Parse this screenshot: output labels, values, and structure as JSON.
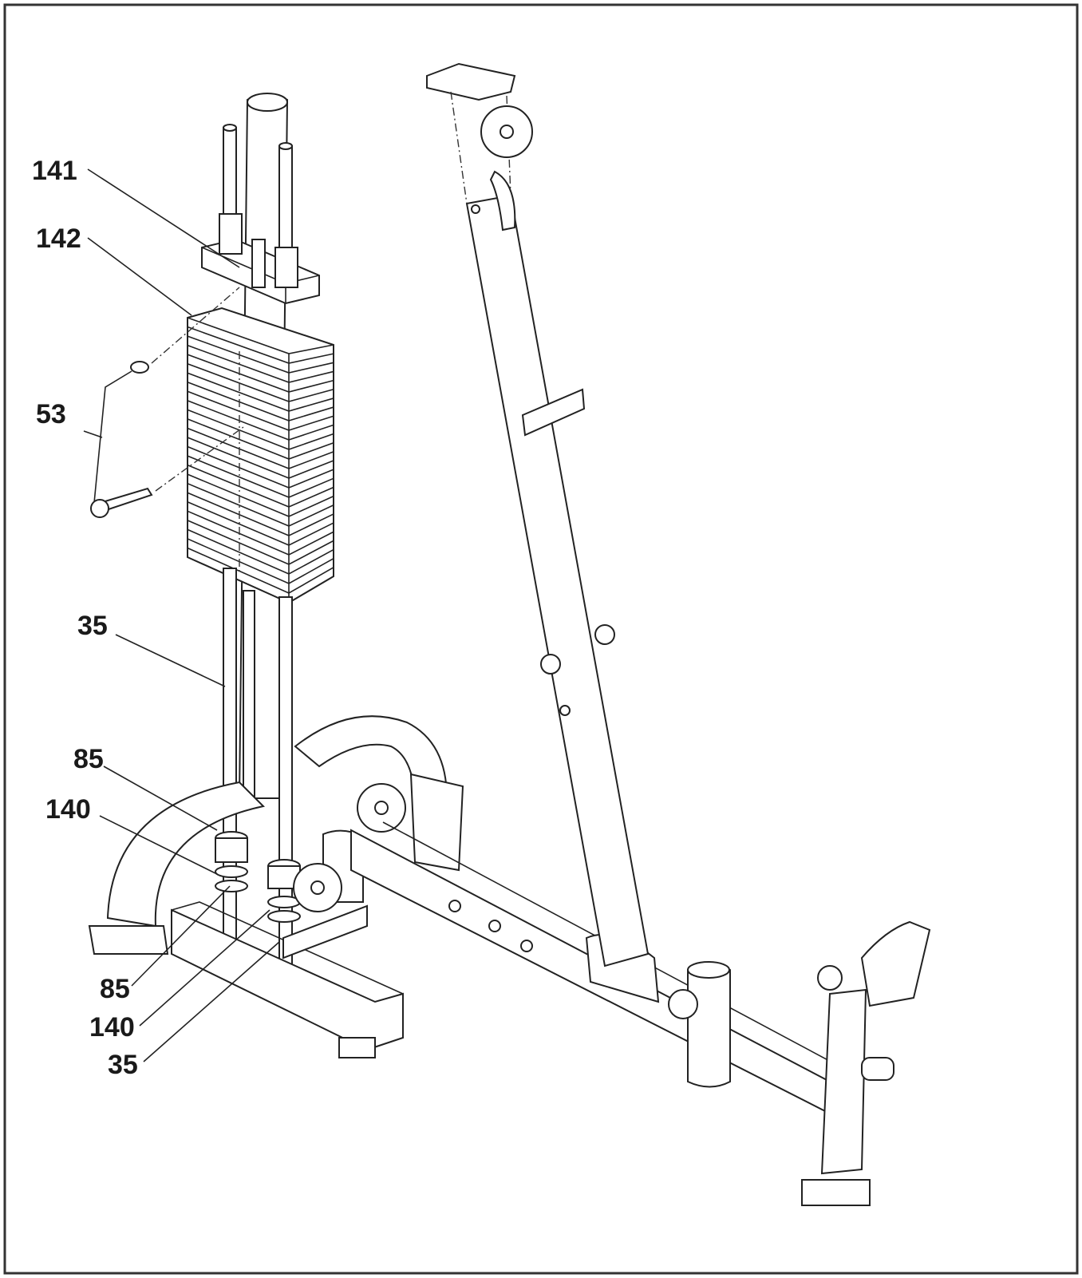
{
  "diagram": {
    "callouts": [
      {
        "id": "c141a",
        "text": "141"
      },
      {
        "id": "c142",
        "text": "142"
      },
      {
        "id": "c53",
        "text": "53"
      },
      {
        "id": "c35a",
        "text": "35"
      },
      {
        "id": "c85a",
        "text": "85"
      },
      {
        "id": "c140a",
        "text": "140"
      },
      {
        "id": "c85b",
        "text": "85"
      },
      {
        "id": "c140b",
        "text": "140"
      },
      {
        "id": "c35b",
        "text": "35"
      }
    ]
  }
}
